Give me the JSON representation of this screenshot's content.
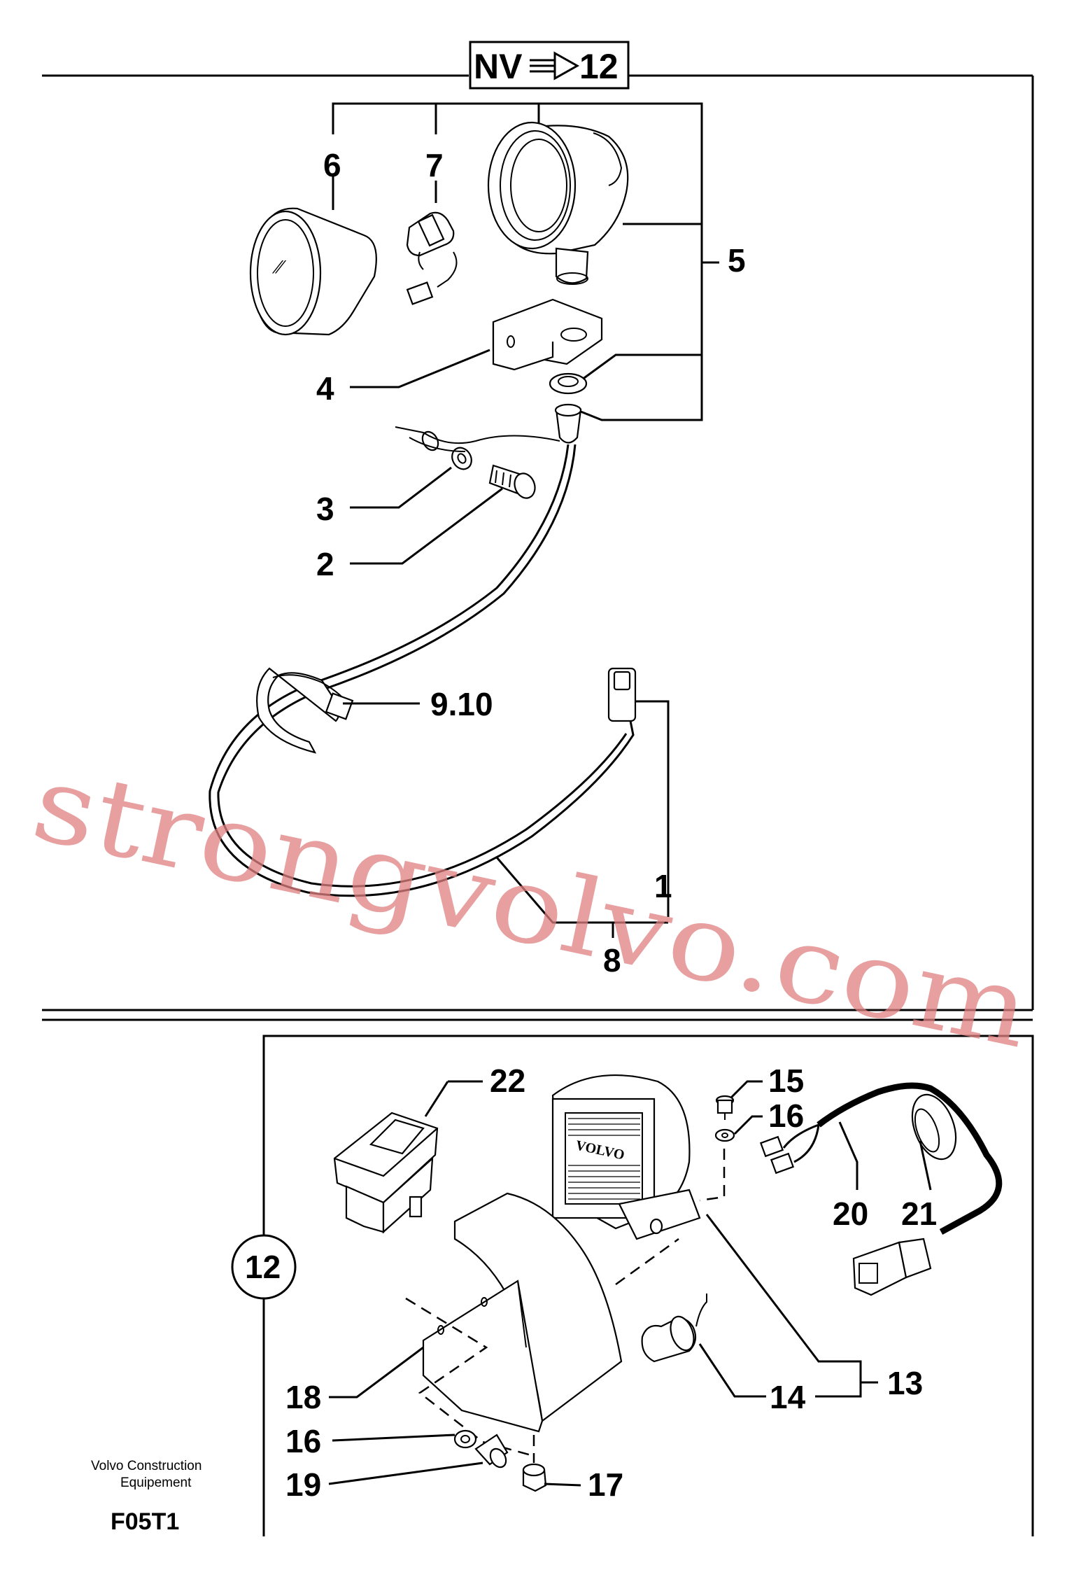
{
  "header": {
    "left": "NV",
    "right": "12"
  },
  "upper_callouts": [
    "6",
    "7",
    "5",
    "4",
    "3",
    "2",
    "9.10",
    "1",
    "8"
  ],
  "lower_callouts": [
    "22",
    "15",
    "16",
    "20",
    "21",
    "12",
    "18",
    "16",
    "19",
    "17",
    "14",
    "13"
  ],
  "lamp_brand": "VOLVO",
  "watermark": "strongvolvo.com",
  "footer": {
    "company_line1": "Volvo Construction",
    "company_line2": "Equipement",
    "code": "F05T1"
  }
}
